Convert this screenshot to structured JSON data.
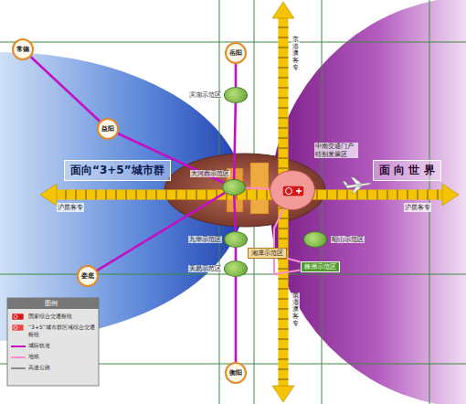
{
  "diagram": {
    "nodes": [
      {
        "text": [
          "常德"
        ]
      },
      {
        "text": [
          "益阳"
        ]
      },
      {
        "text": [
          "岳阳"
        ]
      },
      {
        "text": [
          "滨湖示范区"
        ]
      },
      {
        "text": [
          "大河西示范区"
        ]
      },
      {
        "text": [
          "中南交通门户特别发展区"
        ]
      },
      {
        "text": [
          "九华示范区"
        ]
      },
      {
        "text": [
          "天易示范区"
        ]
      },
      {
        "text": [
          "湘潭示范区"
        ]
      },
      {
        "text": [
          "昭山示范区"
        ]
      },
      {
        "text": [
          "株洲示范区"
        ]
      },
      {
        "text": [
          "娄底"
        ]
      },
      {
        "text": [
          "衡阳"
        ]
      }
    ],
    "edges": [
      {
        "from": 0,
        "to": 1,
        "arrow": "none"
      },
      {
        "from": 1,
        "to": 4,
        "arrow": "none"
      },
      {
        "from": 2,
        "to": 3,
        "arrow": "none"
      },
      {
        "from": 3,
        "to": 4,
        "arrow": "none"
      },
      {
        "from": 4,
        "to": 6,
        "arrow": "none"
      },
      {
        "from": 6,
        "to": 7,
        "arrow": "none"
      },
      {
        "from": 7,
        "to": 12,
        "arrow": "none"
      },
      {
        "from": 11,
        "to": 4,
        "arrow": "none"
      },
      {
        "from": 4,
        "to": 5,
        "arrow": "none"
      },
      {
        "from": 5,
        "to": 10,
        "arrow": "none"
      },
      {
        "from": 8,
        "to": 10,
        "arrow": "none"
      }
    ],
    "labels": [
      "面向“3+5”城市群",
      "面 向 世 界",
      "沪昆客专",
      "沪昆客专",
      "京港澳客专",
      "京港澳客专",
      "图例"
    ],
    "legend": [
      {
        "text": "国家综合交通枢纽"
      },
      {
        "text": "“3+5”城市群区域综合交通枢纽"
      },
      {
        "text": "城际轨道"
      },
      {
        "text": "地铁"
      },
      {
        "text": "高速公路"
      }
    ]
  }
}
